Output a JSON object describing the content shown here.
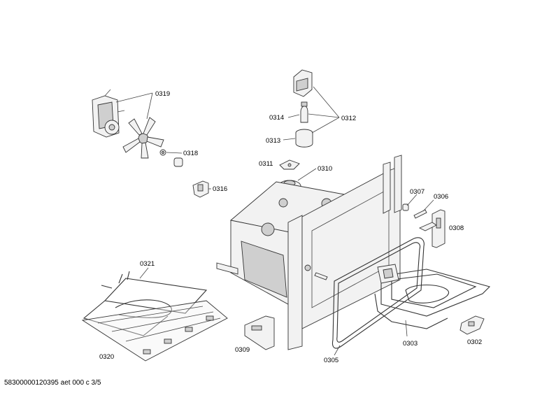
{
  "labels": {
    "p0319": "0319",
    "p0318": "0318",
    "p0316": "0316",
    "p0314": "0314",
    "p0312": "0312",
    "p0313": "0313",
    "p0311": "0311",
    "p0310": "0310",
    "p0307": "0307",
    "p0306": "0306",
    "p0308": "0308",
    "p0321": "0321",
    "p0320": "0320",
    "p0309": "0309",
    "p0305": "0305",
    "p0303": "0303",
    "p0302": "0302"
  },
  "footer": "58300000120395 aet 000 c 3/5"
}
